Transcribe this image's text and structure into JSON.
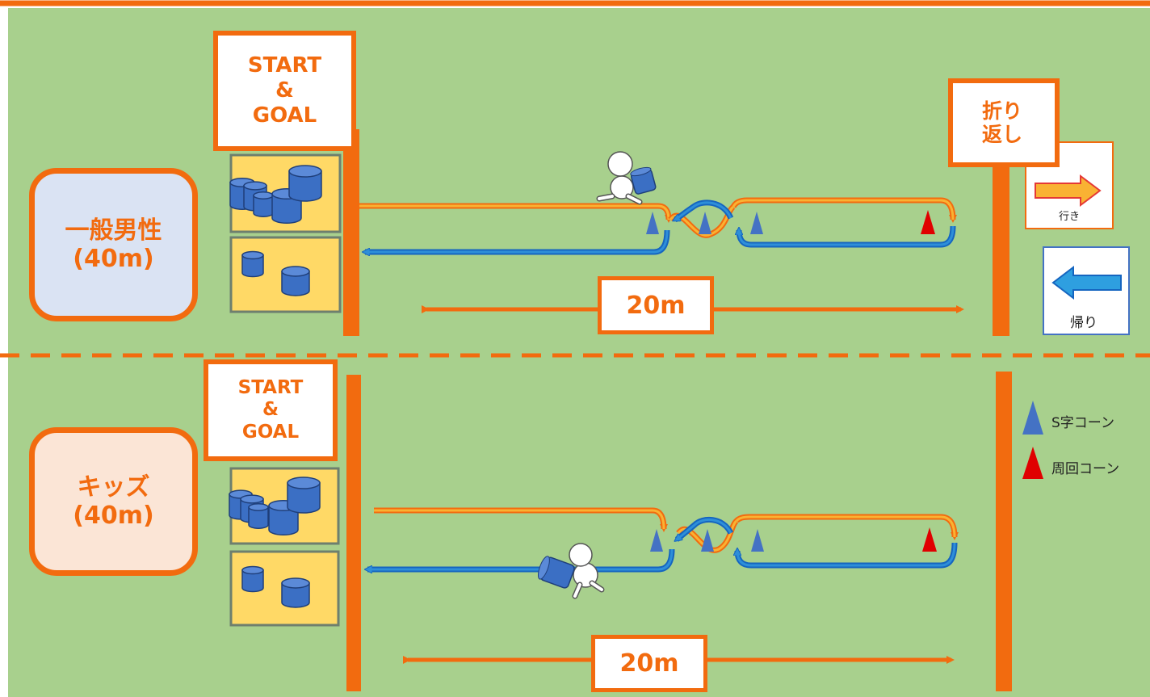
{
  "colors": {
    "field": "#a8d08d",
    "frame": "#f26b0f",
    "outbound": "#f9b233",
    "return": "#2e8fd8",
    "cone_s": "#4472c4",
    "cone_turn": "#e00000",
    "bucket": "#3b6fc4",
    "bucket_box": "#ffd966",
    "general_bg": "#dae3f3",
    "kids_bg": "#fbe5d6"
  },
  "sections": {
    "general": {
      "label": "一般男性\n(40m)",
      "start_label": "START\n&\nGOAL",
      "turn_label": "折り\n返し",
      "distance_label": "20m"
    },
    "kids": {
      "label": "キッズ\n(40m)",
      "start_label": "START\n&\nGOAL",
      "distance_label": "20m"
    }
  },
  "legend": {
    "outbound": "行き",
    "return": "帰り",
    "s_cone": "S字コーン",
    "turn_cone": "周回コーン"
  }
}
